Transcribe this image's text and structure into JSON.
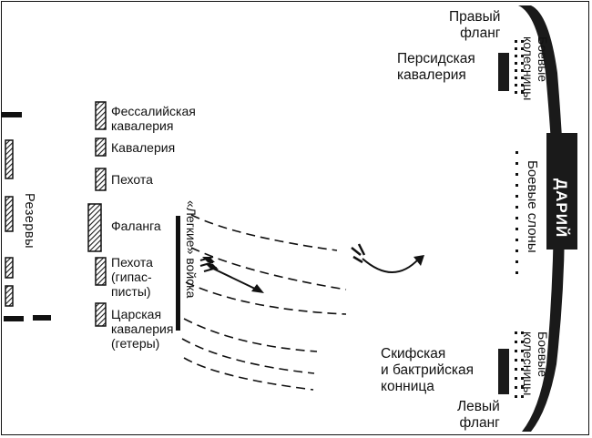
{
  "macedonian": {
    "thessalian_cavalry": "Фессалийская\nкавалерия",
    "cavalry": "Кавалерия",
    "infantry": "Пехота",
    "phalanx": "Фаланга",
    "hypaspists": "Пехота\n(гипас-\nписты)",
    "companion_cavalry": "Царская\nкавалерия\n(гетеры)",
    "light_troops": "«Легкие» войска",
    "reserves": "Резервы"
  },
  "persian": {
    "right_flank": "Правый\nфланг",
    "persian_cavalry": "Персидская\nкавалерия",
    "chariots_top": "Боевые\nколесницы",
    "elephants": "Боевые слоны",
    "darius": "ДАРИЙ",
    "scythian_bactrian": "Скифская\nи бактрийская\nконница",
    "chariots_bottom": "Боевые\nколесницы",
    "left_flank": "Левый\nфланг"
  },
  "colors": {
    "ink": "#111111",
    "paper": "#ffffff",
    "hatch": "#2a2a2a"
  }
}
